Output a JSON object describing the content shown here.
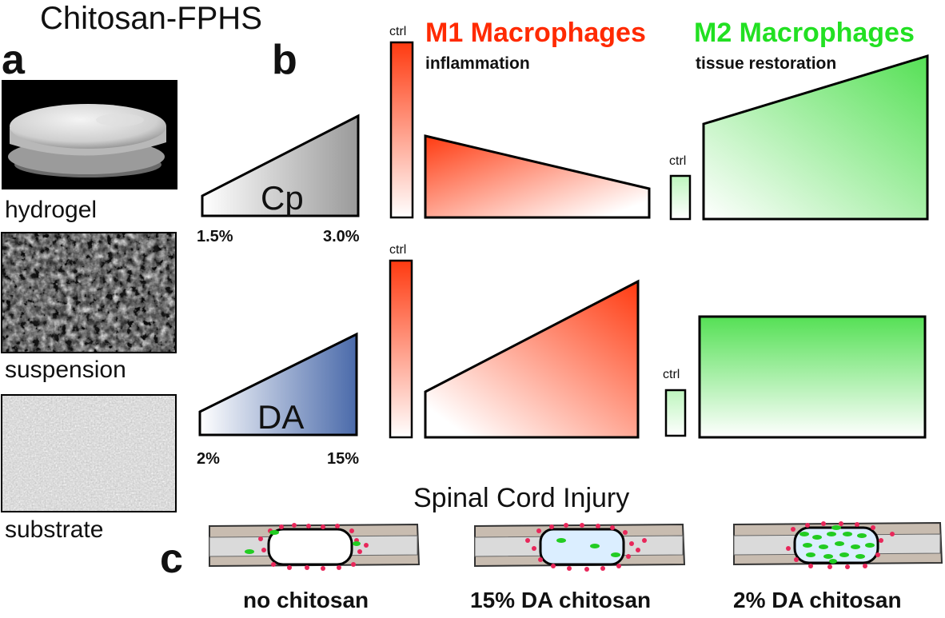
{
  "title": "Chitosan-FPHS",
  "panels": {
    "a": "a",
    "b": "b",
    "c": "c"
  },
  "forms": [
    {
      "label": "hydrogel"
    },
    {
      "label": "suspension"
    },
    {
      "label": "substrate"
    }
  ],
  "headers": {
    "m1": {
      "title": "M1 Macrophages",
      "subtitle": "inflammation",
      "color": "#ff2a00"
    },
    "m2": {
      "title": "M2 Macrophages",
      "subtitle": "tissue restoration",
      "color": "#22e022"
    }
  },
  "row_cp": {
    "param": "Cp",
    "low": "1.5%",
    "high": "3.0%",
    "ctrl_label": "ctrl"
  },
  "row_da": {
    "param": "DA",
    "low": "2%",
    "high": "15%",
    "ctrl_label": "ctrl"
  },
  "section_c": {
    "title": "Spinal Cord Injury",
    "conditions": [
      {
        "caption": "no chitosan"
      },
      {
        "caption": "15% DA chitosan"
      },
      {
        "caption": "2% DA chitosan"
      }
    ]
  },
  "colors": {
    "cp_gray": "#9a9a9a",
    "da_blue": "#4a6aaa",
    "m1_red": "#ff3a10",
    "m2_green": "#55e055",
    "tissue": "#c8bcb0",
    "cord": "#d9d9d9",
    "cells_red": "#e8275a",
    "cells_green": "#22cc22"
  }
}
